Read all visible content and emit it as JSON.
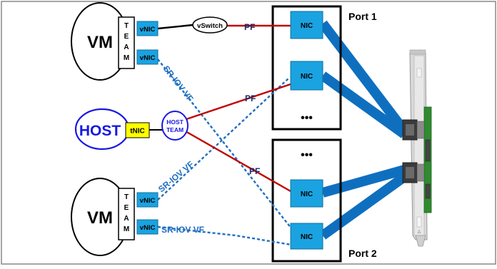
{
  "vm_label": "VM",
  "team_letters": [
    "T",
    "E",
    "A",
    "M"
  ],
  "vnic_label": "vNIC",
  "vswitch_label": "vSwitch",
  "host_label": "HOST",
  "tnic_label": "tNIC",
  "host_team_line1": "HOST",
  "host_team_line2": "TEAM",
  "pf_label": "PF",
  "sriov_label": "SR-IOV VF",
  "nic_label": "NIC",
  "ellipsis": "•••",
  "port1_label": "Port 1",
  "port2_label": "Port 2",
  "colors": {
    "nic_fill": "#1aa3e0",
    "nic_stroke": "#0d6fa0",
    "red_link": "#c00000",
    "blue_link": "#1f6fc0",
    "host_blue": "#1818e0",
    "tnic_yellow": "#ffff00",
    "pf_text": "#1a2a6a"
  }
}
